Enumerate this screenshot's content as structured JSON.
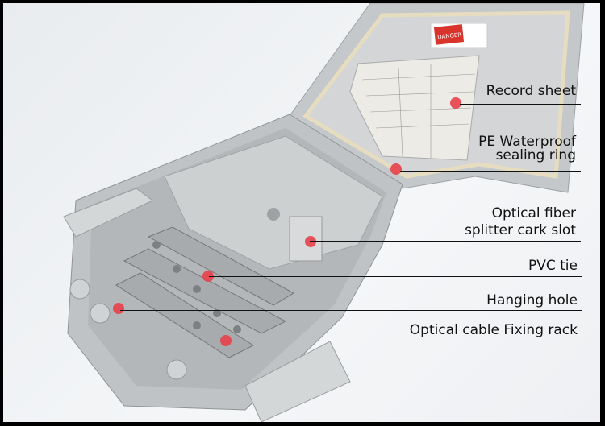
{
  "sticker": {
    "text": "DANGER"
  },
  "callouts": [
    {
      "label": "Record sheet"
    },
    {
      "label_line1": "PE Waterproof",
      "label_line2": "sealing ring"
    },
    {
      "label_line1": "Optical fiber",
      "label_line2": "splitter cark slot"
    },
    {
      "label": "PVC tie"
    },
    {
      "label": "Hanging hole"
    },
    {
      "label": "Optical cable Fixing rack"
    }
  ],
  "colors": {
    "marker": "#e8404a",
    "body": "#c9ccce",
    "sticker": "#d8342c"
  }
}
